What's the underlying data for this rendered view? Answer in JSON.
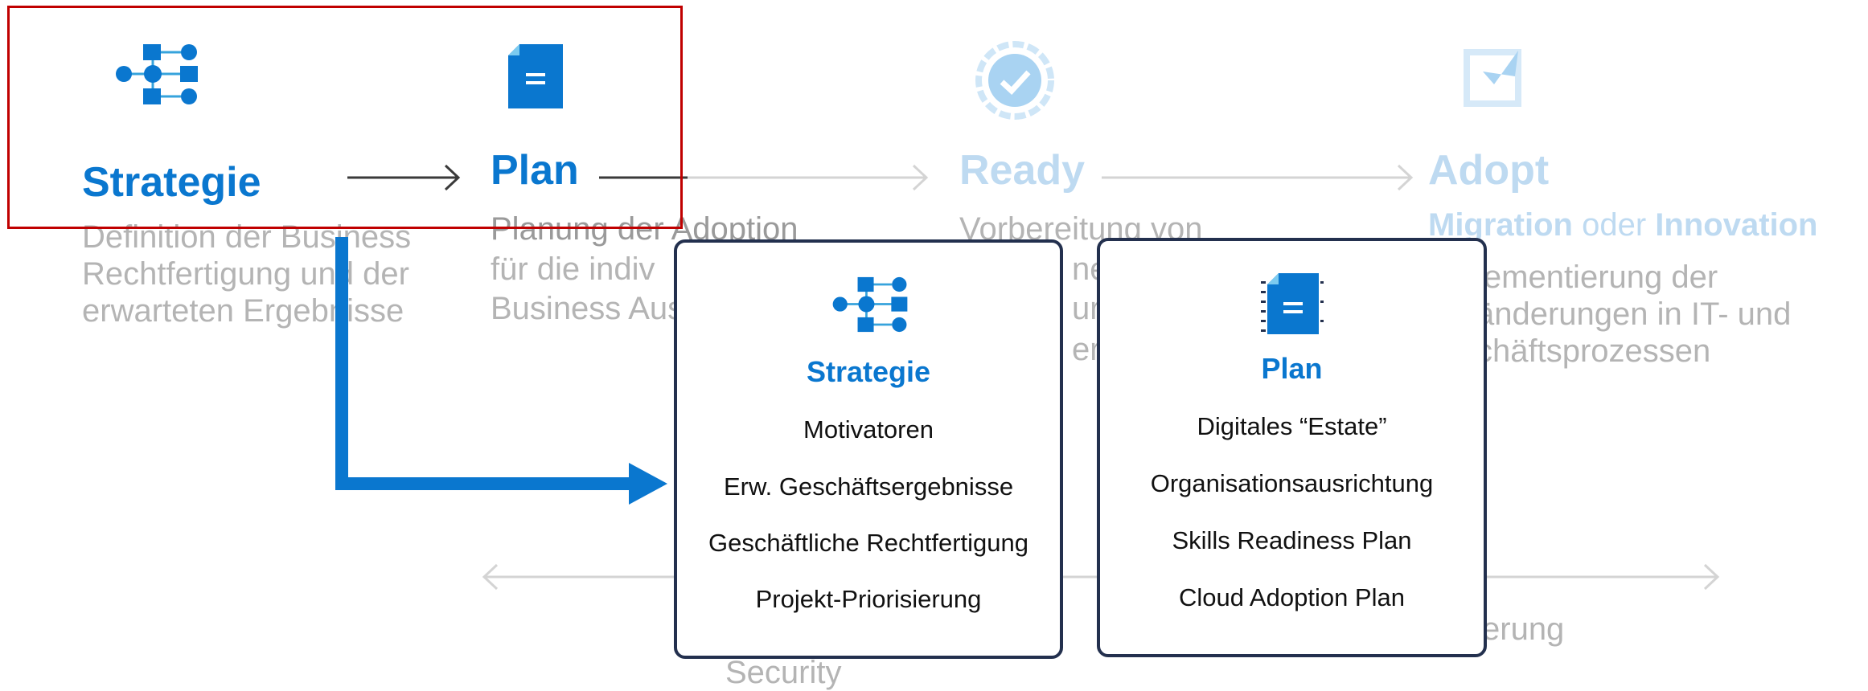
{
  "stages": [
    {
      "title": "Strategie",
      "desc": [
        "Definition der Business",
        "Rechtfertigung und der",
        "erwarteten Ergebnisse"
      ]
    },
    {
      "title": "Plan",
      "desc": [
        "Planung der Adoption",
        "für die indiv",
        "Business Aus"
      ]
    },
    {
      "title": "Ready",
      "desc": [
        "Vorbereitung von",
        "ne",
        "ur",
        "er"
      ]
    },
    {
      "title": "Adopt",
      "subtitle": {
        "a": "Migration",
        "or": " oder ",
        "b": "Innovation"
      },
      "desc": [
        "lementierung der",
        "änderungen in IT- und",
        "chäftsprozessen"
      ]
    }
  ],
  "bottom": {
    "left_label": "Security",
    "right_label": "erung"
  },
  "cards": [
    {
      "title": "Strategie",
      "items": [
        "Motivatoren",
        "Erw. Geschäftsergebnisse",
        "Geschäftliche Rechtfertigung",
        "Projekt-Priorisierung"
      ]
    },
    {
      "title": "Plan",
      "items": [
        "Digitales “Estate”",
        "Organisationsausrichtung",
        "Skills Readiness Plan",
        "Cloud Adoption Plan"
      ]
    }
  ],
  "colors": {
    "accent": "#0a77cf",
    "faded": "#bedaf1",
    "highlight": "#c00000",
    "card_border": "#23304e"
  }
}
